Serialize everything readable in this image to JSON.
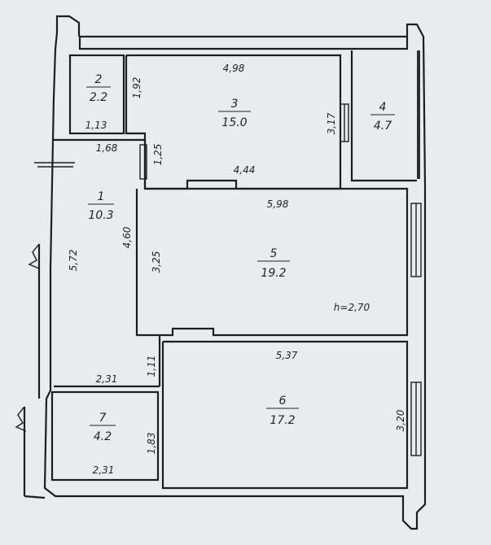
{
  "rooms": [
    {
      "number": "1",
      "area": "10.3"
    },
    {
      "number": "2",
      "area": "2.2"
    },
    {
      "number": "3",
      "area": "15.0"
    },
    {
      "number": "4",
      "area": "4.7"
    },
    {
      "number": "5",
      "area": "19.2"
    },
    {
      "number": "6",
      "area": "17.2"
    },
    {
      "number": "7",
      "area": "4.2"
    }
  ],
  "dimensions": {
    "d498": "4,98",
    "d192": "1,92",
    "d113": "1,13",
    "d168": "1,68",
    "d125": "1,25",
    "d444": "4,44",
    "d317": "3,17",
    "d598": "5,98",
    "d460": "4,60",
    "d572": "5,72",
    "d325": "3,25",
    "d111": "1,11",
    "d537": "5,37",
    "d231a": "2,31",
    "d183": "1,83",
    "d231b": "2,31",
    "d320": "3,20"
  },
  "ceiling_height": "h=2,70"
}
